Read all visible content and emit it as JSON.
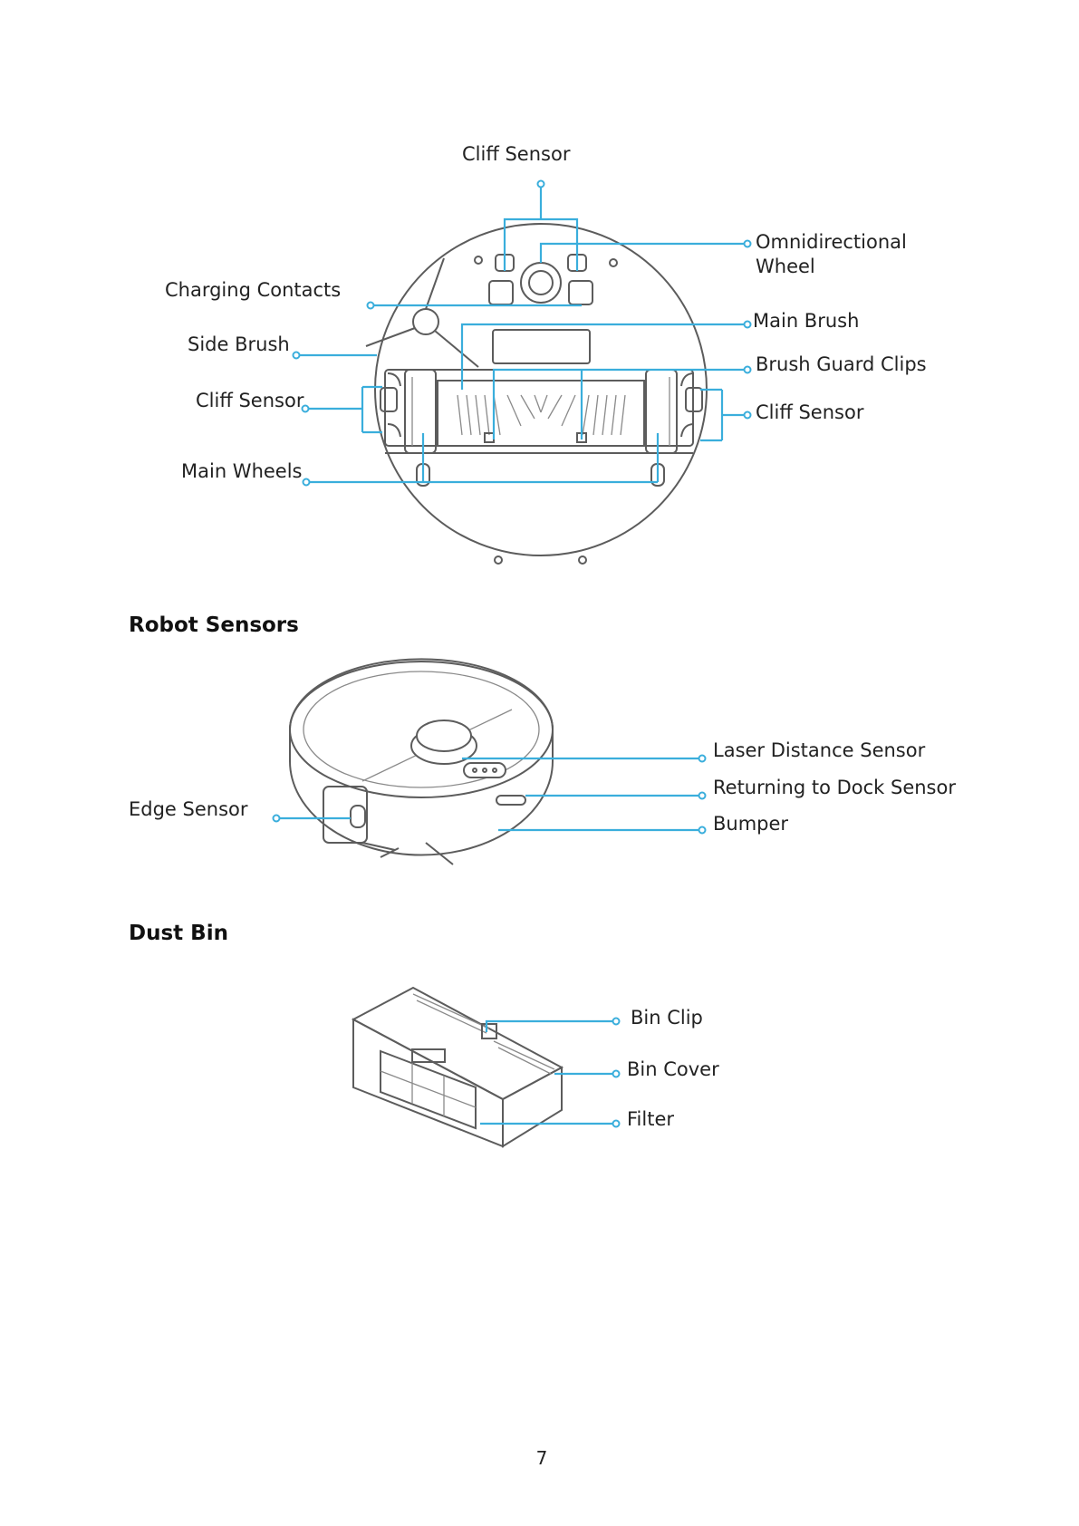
{
  "bottom_view": {
    "labels": {
      "cliff_sensor_top": "Cliff Sensor",
      "omnidirectional_wheel_line1": "Omnidirectional",
      "omnidirectional_wheel_line2": "Wheel",
      "charging_contacts": "Charging Contacts",
      "main_brush": "Main Brush",
      "side_brush": "Side Brush",
      "brush_guard_clips": "Brush Guard Clips",
      "cliff_sensor_left": "Cliff Sensor",
      "cliff_sensor_right": "Cliff Sensor",
      "main_wheels": "Main Wheels"
    }
  },
  "robot_sensors": {
    "heading": "Robot Sensors",
    "labels": {
      "laser_distance_sensor": "Laser Distance Sensor",
      "returning_to_dock_sensor": "Returning to Dock Sensor",
      "edge_sensor": "Edge Sensor",
      "bumper": "Bumper"
    }
  },
  "dust_bin": {
    "heading": "Dust Bin",
    "labels": {
      "bin_clip": "Bin Clip",
      "bin_cover": "Bin Cover",
      "filter": "Filter"
    }
  },
  "colors": {
    "callout_line": "#3aaedc",
    "drawing_line": "#5c5c5c"
  },
  "page_number": "7"
}
